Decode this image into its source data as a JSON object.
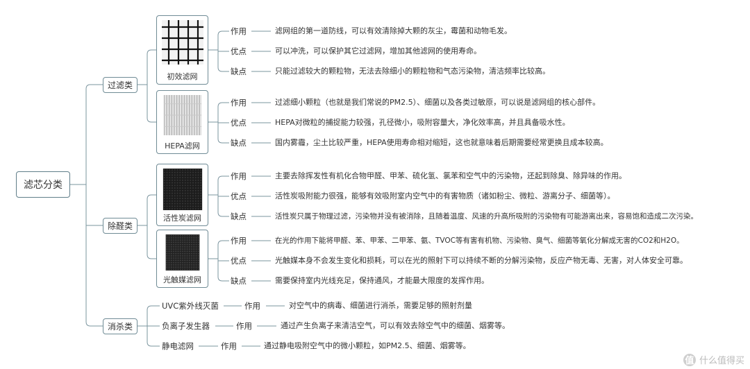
{
  "root": "滤芯分类",
  "groups": {
    "filter": "过滤类",
    "formaldehyde": "除醛类",
    "sterilize": "消杀类"
  },
  "cards": {
    "primary": "初效滤网",
    "hepa": "HEPA滤网",
    "carbon": "活性炭滤网",
    "photo": "光触媒滤网"
  },
  "labels": {
    "func": "作用",
    "pro": "优点",
    "con": "缺点"
  },
  "details": {
    "primary": [
      "滤网组的第一道防线，可以有效清除掉大颗的灰尘，霉菌和动物毛发。",
      "可以冲洗，可以保护其它过滤网，增加其他滤网的使用寿命。",
      "只能过滤较大的颗粒物，无法去除细小的颗粒物和气态污染物，清洁频率比较高。"
    ],
    "hepa": [
      "过滤细小颗粒（也就是我们常说的PM2.5）、细菌以及各类过敏原，可以说是滤网组的核心部件。",
      "HEPA对微粒的捕捉能力较强，孔径微小，吸附容量大，净化效率高，并且具备吸水性。",
      "国内雾霾，尘土比较严重，HEPA使用寿命相对缩短，这也就意味着后期需要经常更换且成本较高。"
    ],
    "carbon": [
      "主要去除挥发性有机化合物甲醛、甲苯、硫化氢、氯苯和空气中的污染物，还起到除臭、除异味的作用。",
      "活性炭吸附能力很强，能够有效吸附室内空气中的有害物质（诸如粉尘、微粒、游离分子、细菌等）。",
      "活性炭只属于物理过滤，污染物并没有被消除，且随着温度、风速的升高所吸附的污染物有可能游离出来，容易饱和造成二次污染。"
    ],
    "photo": [
      "在光的作用下能将甲醛、苯、甲苯、二甲苯、氨、TVOC等有害有机物、污染物、臭气、细菌等氧化分解成无害的CO2和H2O。",
      "光触媒本身不会发生变化和损耗，可以在光的照射下可以持续不断的分解污染物，反应产物无毒、无害，对人体安全可靠。",
      "需要保持室内光线充足，保持通风，才能最大限度的发挥作用。"
    ]
  },
  "sterilize_items": [
    {
      "name": "UVC紫外线灭菌",
      "label": "作用",
      "text": "对空气中的病毒、细菌进行消杀，需要足够的照射剂量"
    },
    {
      "name": "负离子发生器",
      "label": "作用",
      "text": "通过产生负离子来清洁空气，可以有效去除空气中的细菌、烟雾等。"
    },
    {
      "name": "静电滤网",
      "label": "作用",
      "text": "通过静电吸附空气中的微小颗粒，如PM2.5、细菌、烟雾等。"
    }
  ],
  "watermark": {
    "badge": "值",
    "text": "什么值得买"
  },
  "colors": {
    "line": "#7a949e",
    "border": "#6f8b95"
  }
}
